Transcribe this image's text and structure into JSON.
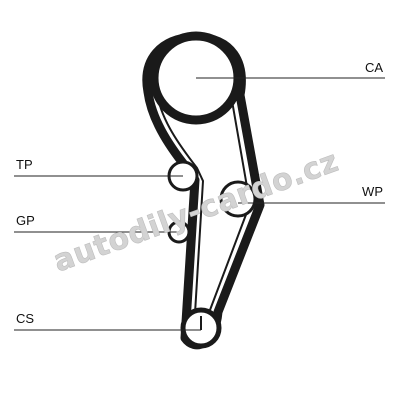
{
  "components": [
    {
      "id": "ca",
      "label": "CA"
    },
    {
      "id": "tp",
      "label": "TP"
    },
    {
      "id": "wp",
      "label": "WP"
    },
    {
      "id": "gp",
      "label": "GP"
    },
    {
      "id": "cs",
      "label": "CS"
    }
  ],
  "watermark": "autodily-cardo.cz",
  "colors": {
    "belt": "#1a1a1a",
    "pulley_fill": "#ffffff",
    "leader_line": "#222222",
    "watermark": "#d3d3d3"
  }
}
